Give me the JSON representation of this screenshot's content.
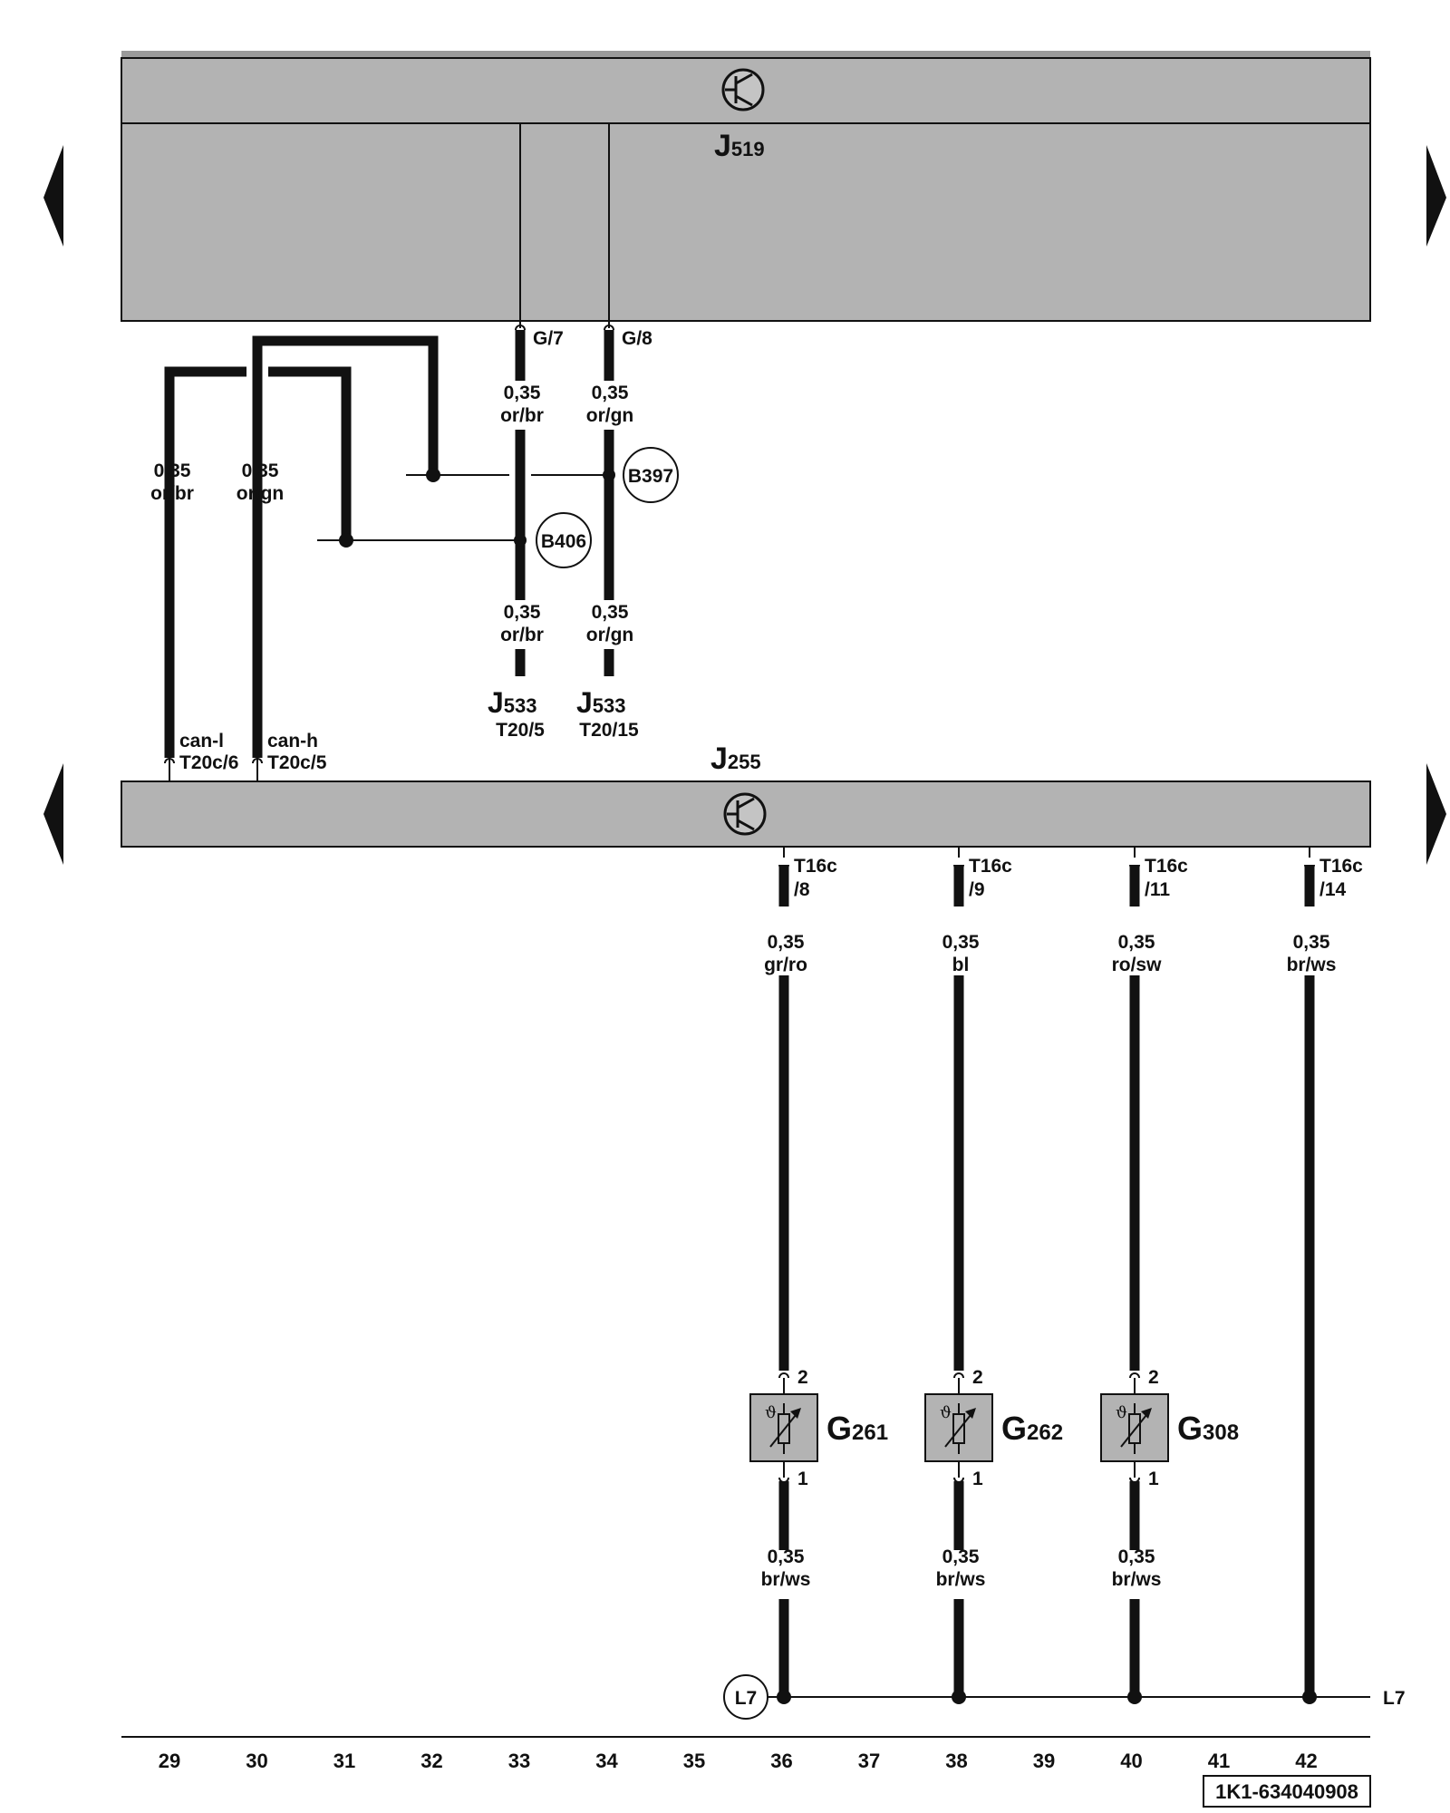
{
  "units": {
    "top": {
      "name": "J",
      "sub": "519"
    },
    "bottom": {
      "name": "J",
      "sub": "255"
    }
  },
  "wire_labels": [
    {
      "gauge": "0,35",
      "color": "or/br"
    },
    {
      "gauge": "0,35",
      "color": "or/gn"
    },
    {
      "gauge": "0,35",
      "color": "or/br"
    },
    {
      "gauge": "0,35",
      "color": "or/gn"
    },
    {
      "gauge": "0,35",
      "color": "or/br"
    },
    {
      "gauge": "0,35",
      "color": "or/gn"
    },
    {
      "gauge": "0,35",
      "color": "gr/ro"
    },
    {
      "gauge": "0,35",
      "color": "bl"
    },
    {
      "gauge": "0,35",
      "color": "ro/sw"
    },
    {
      "gauge": "0,35",
      "color": "br/ws"
    },
    {
      "gauge": "0,35",
      "color": "br/ws"
    },
    {
      "gauge": "0,35",
      "color": "br/ws"
    },
    {
      "gauge": "0,35",
      "color": "br/ws"
    }
  ],
  "pins": {
    "g7": "G/7",
    "g8": "G/8",
    "can_l": "can-l",
    "can_l_pin": "T20c/6",
    "can_h": "can-h",
    "can_h_pin": "T20c/5",
    "t16c": "T16c",
    "p8": "/8",
    "p9": "/9",
    "p11": "/11",
    "p14": "/14",
    "s2": "2",
    "s1": "1"
  },
  "splices": {
    "b397": "B397",
    "b406": "B406"
  },
  "j533_left": {
    "name": "J",
    "sub": "533",
    "pin": "T20/5"
  },
  "j533_right": {
    "name": "J",
    "sub": "533",
    "pin": "T20/15"
  },
  "sensors": [
    {
      "name": "G",
      "sub": "261"
    },
    {
      "name": "G",
      "sub": "262"
    },
    {
      "name": "G",
      "sub": "308"
    }
  ],
  "ground": {
    "circle": "L7",
    "right": "L7"
  },
  "columns": [
    "29",
    "30",
    "31",
    "32",
    "33",
    "34",
    "35",
    "36",
    "37",
    "38",
    "39",
    "40",
    "41",
    "42"
  ],
  "ref_code": "1K1-634040908"
}
